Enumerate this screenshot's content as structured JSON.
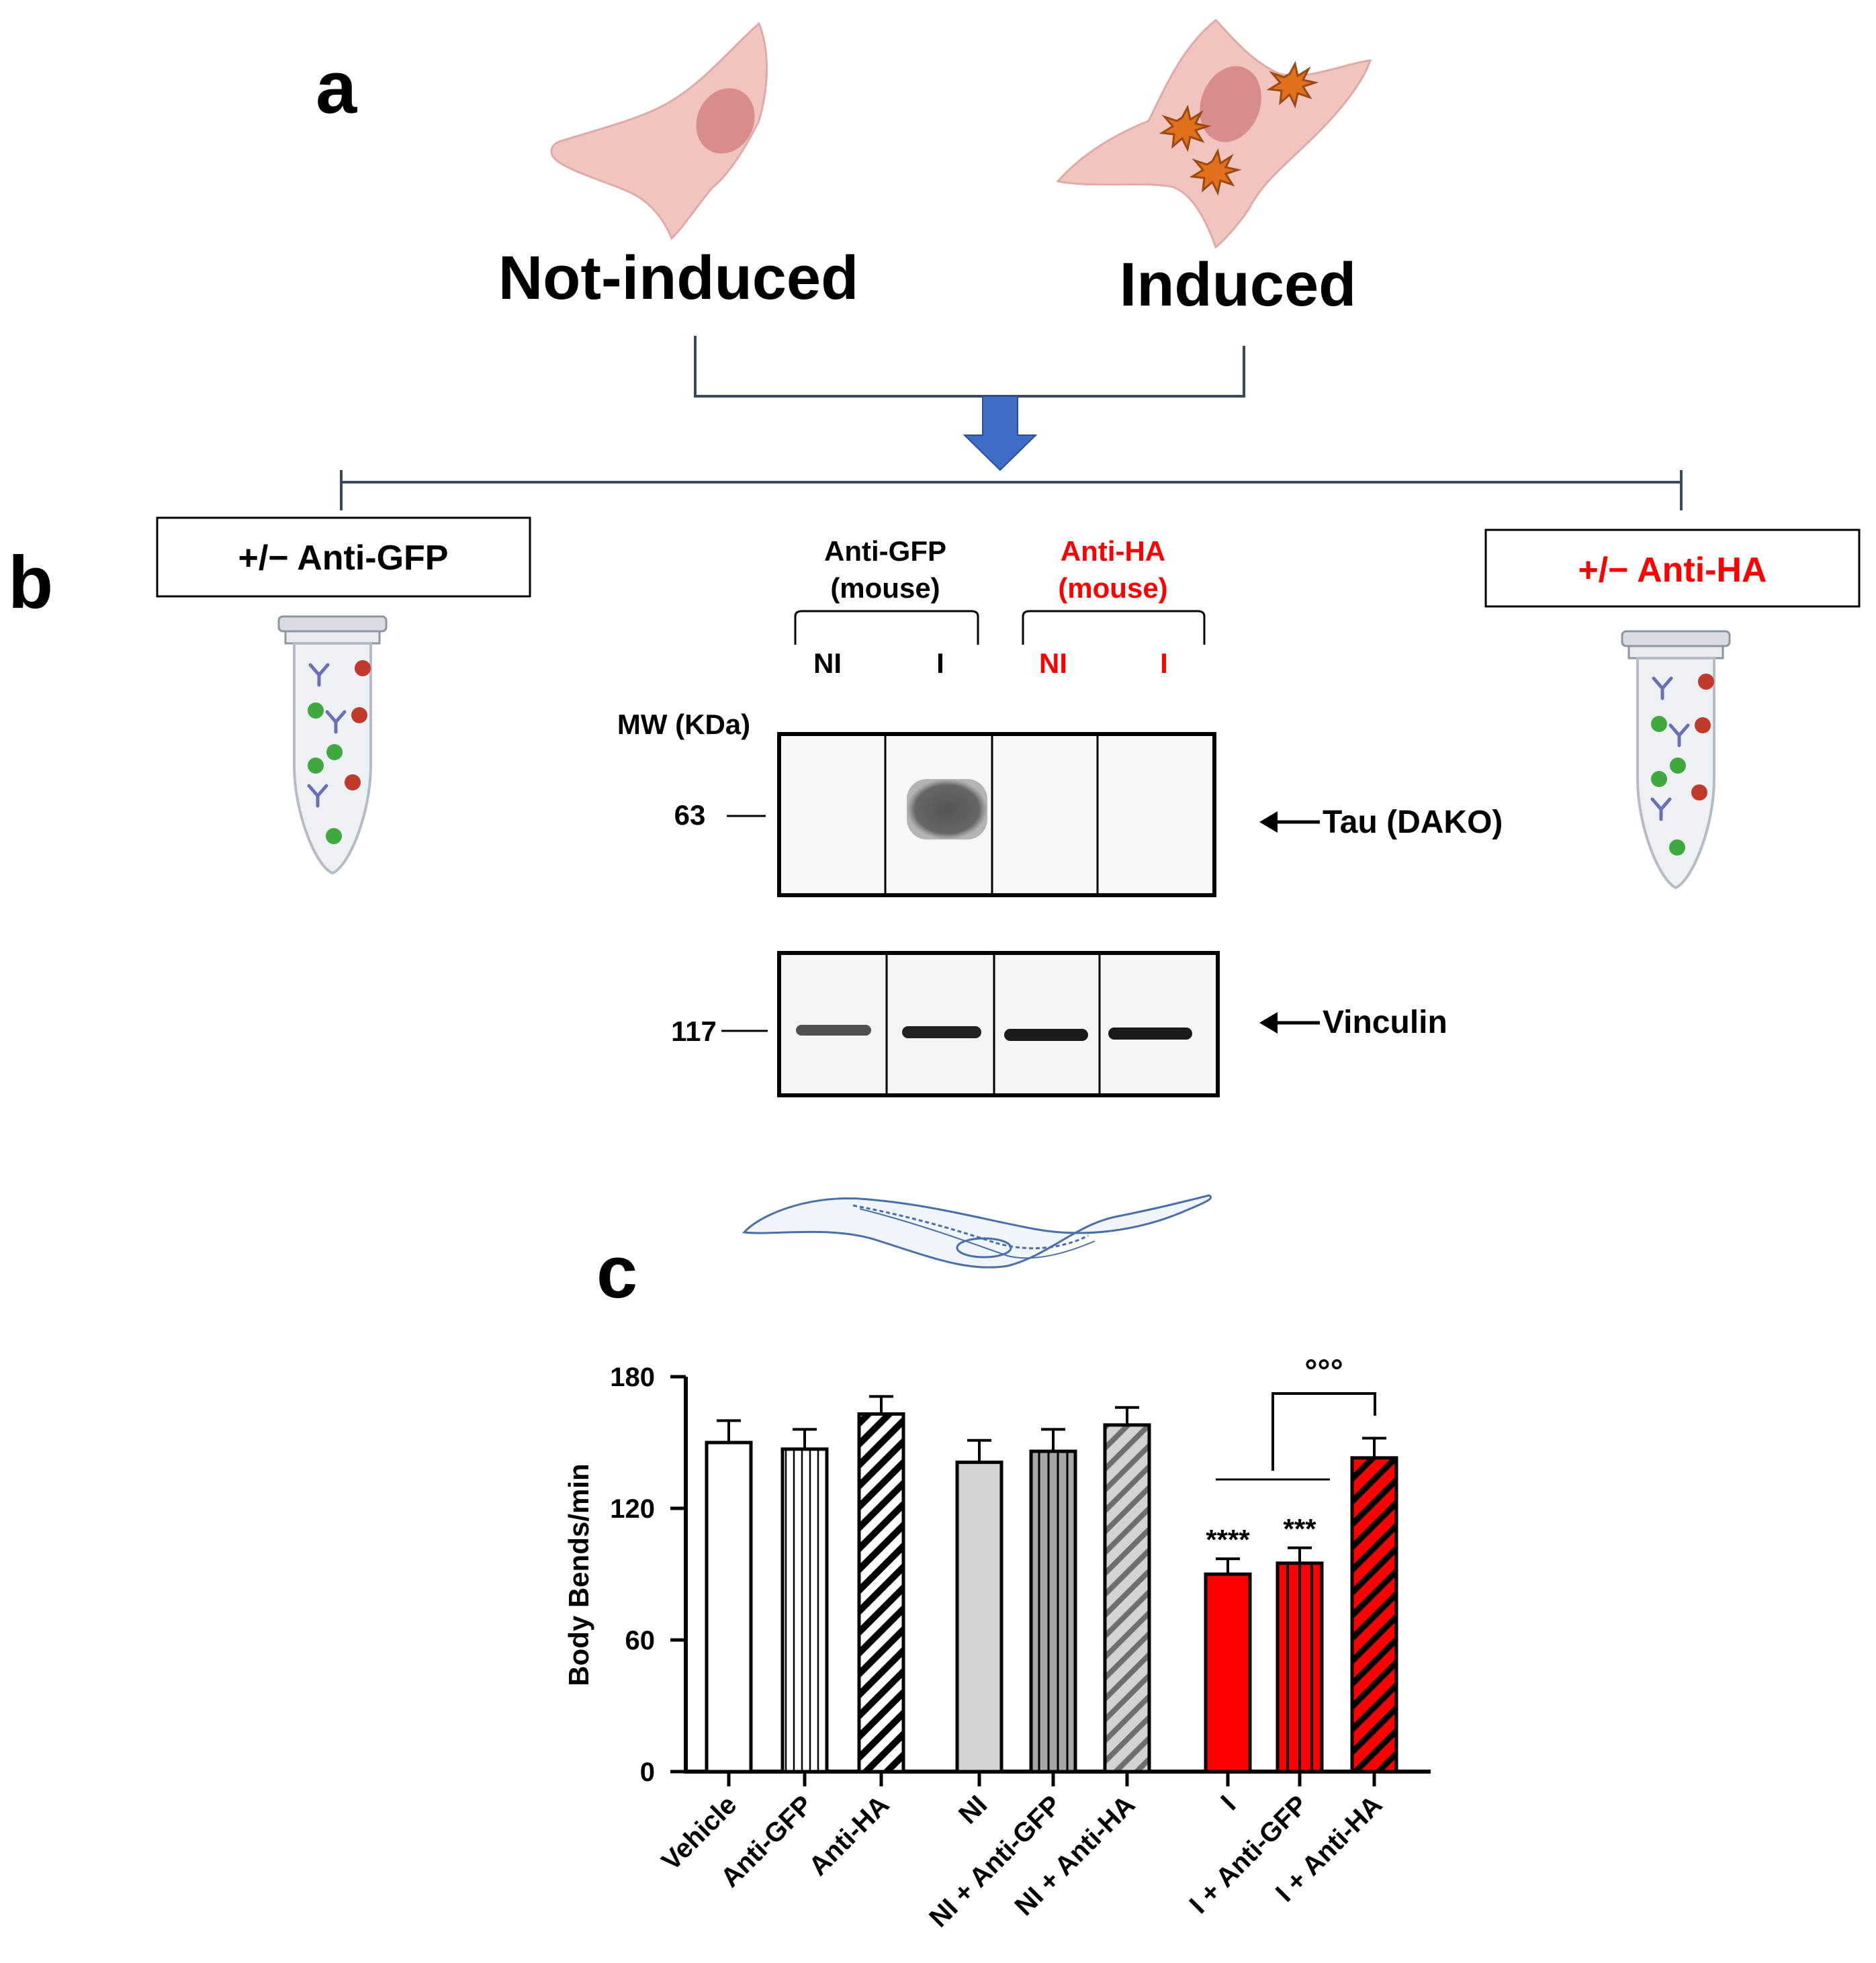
{
  "panels": {
    "a": {
      "letter": "a",
      "not_induced_label": "Not-induced",
      "induced_label": "Induced"
    },
    "b": {
      "letter": "b",
      "left_box": "+/− Anti-GFP",
      "right_box": "+/− Anti-HA",
      "group1": {
        "line1": "Anti-GFP",
        "line2": "(mouse)",
        "color": "#000000"
      },
      "group2": {
        "line1": "Anti-HA",
        "line2": "(mouse)",
        "color": "#ff0000"
      },
      "lanes": [
        "NI",
        "I",
        "NI",
        "I"
      ],
      "mw_header": "MW (KDa)",
      "mw_63": "63",
      "mw_117": "117",
      "tau_label": "Tau (DAKO)",
      "vinculin_label": "Vinculin"
    },
    "c": {
      "letter": "c"
    }
  },
  "chart_data": {
    "type": "bar",
    "ylabel": "Body Bends/min",
    "ylim": [
      0,
      180
    ],
    "yticks": [
      "0",
      "60",
      "120",
      "180"
    ],
    "categories": [
      "Vehicle",
      "Anti-GFP",
      "Anti-HA",
      "NI",
      "NI + Anti-GFP",
      "NI + Anti-HA",
      "I",
      "I + Anti-GFP",
      "I + Anti-HA"
    ],
    "values": [
      150,
      147,
      163,
      141,
      146,
      158,
      90,
      95,
      143
    ],
    "errors": [
      10,
      9,
      8,
      10,
      10,
      8,
      7,
      7,
      9
    ],
    "fills": [
      "white",
      "white-vlines",
      "white-diag",
      "#d3d3d3",
      "#a6a6a6-vlines",
      "#d3d3d3-diag",
      "#ff0000",
      "#ff0000-vlines",
      "#ff0000-diag"
    ],
    "significance": [
      "",
      "",
      "",
      "",
      "",
      "",
      "****",
      "***",
      ""
    ],
    "bracket_label": "°°°"
  }
}
